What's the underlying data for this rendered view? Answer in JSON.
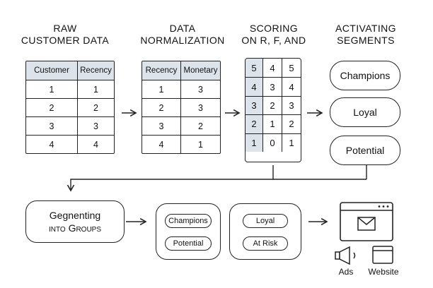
{
  "titles": {
    "raw": [
      "RAW",
      "CUSTOMER DATA"
    ],
    "norm": [
      "DATA",
      "NORMALIZATION"
    ],
    "scoring": [
      "SCORING",
      "ON R, F, AND"
    ],
    "activating": [
      "ACTIVATING",
      "SEGMENTS"
    ]
  },
  "raw_table": {
    "headers": [
      "Customer",
      "Recency"
    ],
    "rows": [
      [
        "1",
        "1"
      ],
      [
        "2",
        "2"
      ],
      [
        "3",
        "3"
      ],
      [
        "4",
        "4"
      ]
    ]
  },
  "norm_table": {
    "headers": [
      "Recency",
      "Monetary"
    ],
    "rows": [
      [
        "1",
        "3"
      ],
      [
        "2",
        "3"
      ],
      [
        "3",
        "2"
      ],
      [
        "4",
        "1"
      ]
    ]
  },
  "score_grid": {
    "rows": [
      [
        "5",
        "4",
        "5"
      ],
      [
        "4",
        "3",
        "4"
      ],
      [
        "3",
        "2",
        "3"
      ],
      [
        "2",
        "1",
        "2"
      ],
      [
        "1",
        "0",
        "1"
      ]
    ]
  },
  "segments": [
    "Champions",
    "Loyal",
    "Potential"
  ],
  "grouping": {
    "label_line1": "Gegnenting",
    "label_line2": "into Groups"
  },
  "group_a": [
    "Champions",
    "Potential"
  ],
  "group_b": [
    "Loyal",
    "At Risk"
  ],
  "channels": {
    "ads": "Ads",
    "website": "Website"
  },
  "colors": {
    "stroke": "#222222",
    "header_fill": "#dde3ea"
  }
}
